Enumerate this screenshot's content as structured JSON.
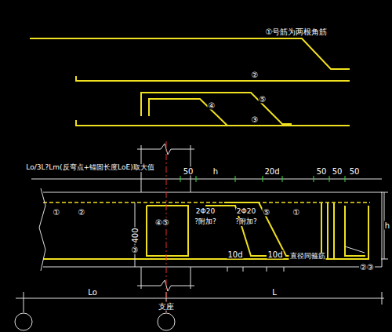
{
  "diagram": {
    "labels": [
      "①号筋为两根角筋",
      "②",
      "④",
      "⑤",
      "③",
      "Lo/3L?Lm(反弯点+锚固长度LoE)取大值",
      "50",
      "h",
      "20d",
      "50",
      "50",
      "50",
      "400",
      "①",
      "②",
      "④⑤",
      "2Φ20",
      "?附加?",
      "2Φ20",
      "?附加?",
      "⑤",
      "①",
      "③",
      "10d",
      "10d",
      "直径同箍筋",
      "②③",
      "h",
      "Lo",
      "支座",
      "L"
    ]
  }
}
